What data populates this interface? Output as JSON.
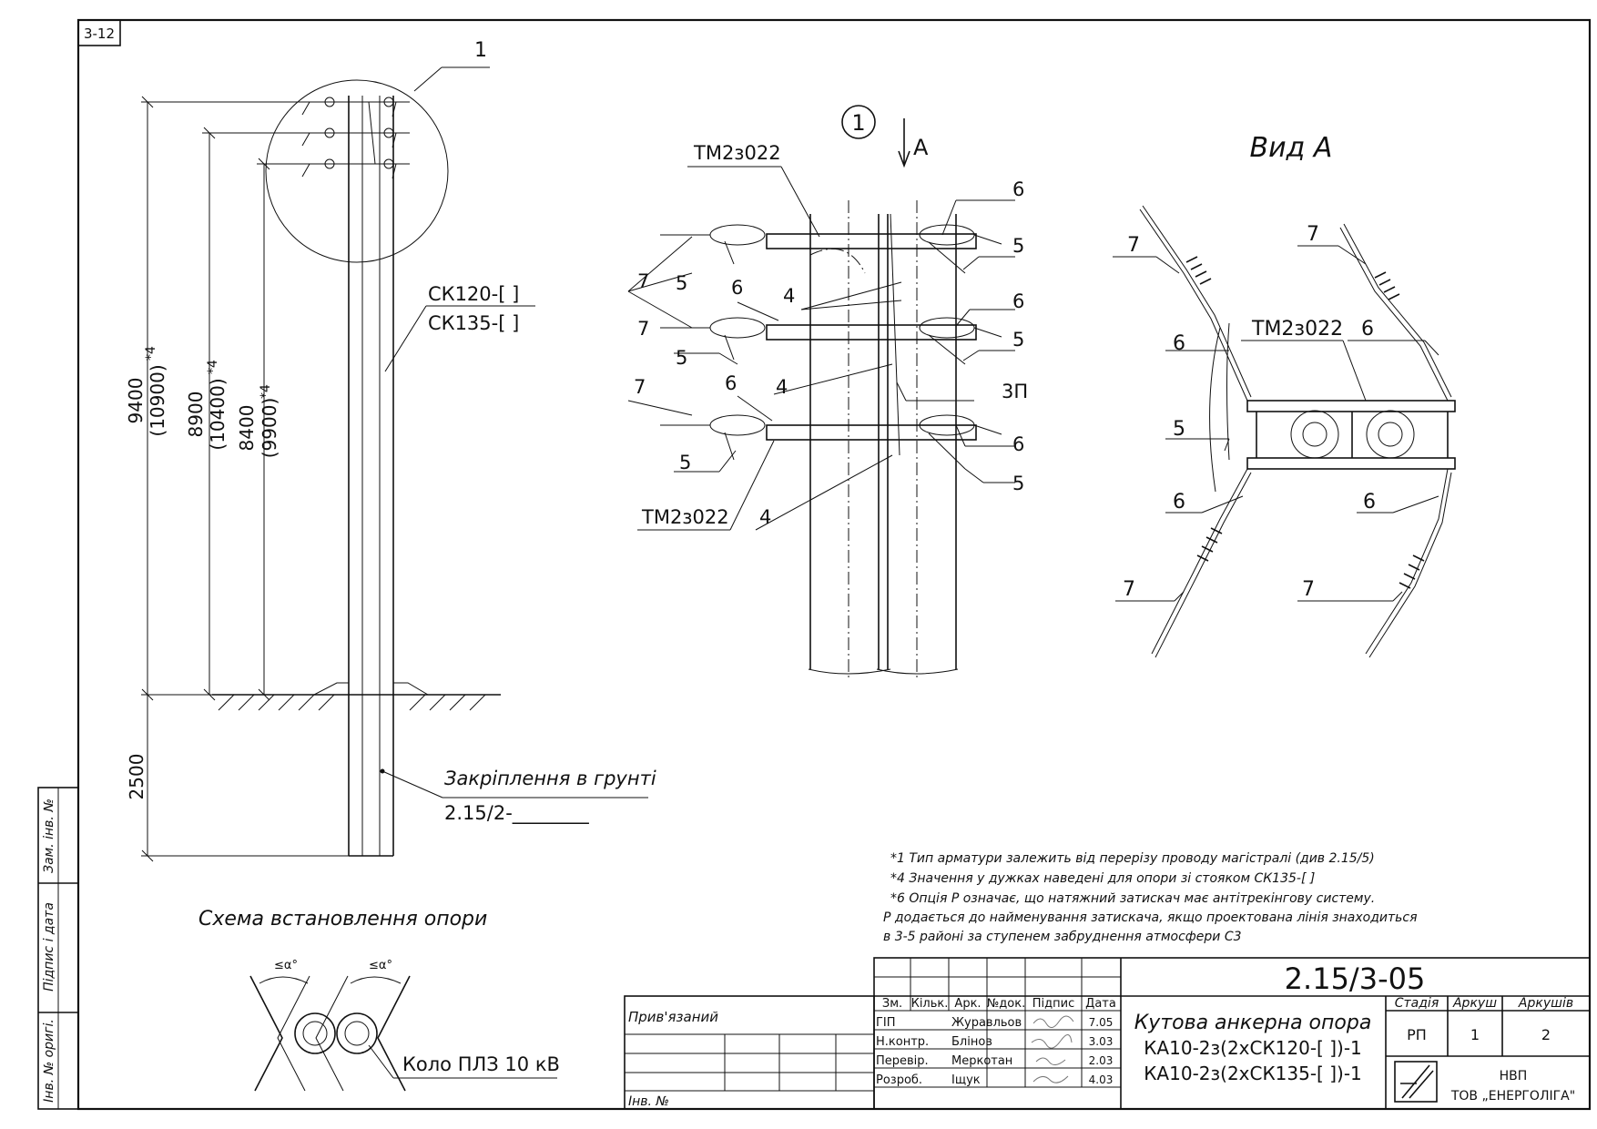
{
  "sheet_id": "3-12",
  "left_view": {
    "callout": "1",
    "pole_label_1": "СК120-[    ]",
    "pole_label_2": "СК135-[    ]",
    "dim_total": "9400",
    "dim_total_alt": "(10900)",
    "dim_total_note": "*4",
    "dim_mid": "8900",
    "dim_mid_alt": "(10400)",
    "dim_mid_note": "*4",
    "dim_low": "8400",
    "dim_low_alt": "(9900)",
    "dim_low_note": "*4",
    "dim_ground": "2500",
    "fix_label": "Закріплення в грунті",
    "fix_ref": "2.15/2-________"
  },
  "detail_view": {
    "callout": "1",
    "view_arrow": "А",
    "labels": [
      "ТМ2з022",
      "6",
      "5",
      "7",
      "5",
      "6",
      "4",
      "6",
      "5",
      "7",
      "5",
      "4",
      "3П",
      "7",
      "6",
      "6",
      "5",
      "5",
      "ТМ2з022",
      "4"
    ]
  },
  "view_a": {
    "title": "Вид А",
    "labels": [
      "7",
      "7",
      "ТМ2з022",
      "6",
      "6",
      "5",
      "6",
      "6",
      "7",
      "7"
    ]
  },
  "scheme": {
    "title": "Схема встановлення опори",
    "angle_1": "≤α°",
    "angle_2": "≤α°",
    "circle_label": "Коло ПЛЗ 10 кВ"
  },
  "notes": [
    "*1 Тип арматури залежить від перерізу проводу магістралі (див 2.15/5)",
    "*4 Значення у дужках наведені для опори зі стояком СК135-[  ]",
    "*6 Опція Р означає, що натяжний затискач має антітрекінгову систему.",
    "Р додається до найменування затискача, якщо проектована лінія знаходиться",
    "в 3-5 районі за ступенем забруднення атмосфери С3"
  ],
  "left_strip": {
    "zam": "Зам. інв. №",
    "pidpys": "Підпис і дата",
    "inv": "Інв. № оригі."
  },
  "title_block": {
    "pryviazanyi": "Прив'язаний",
    "inv_no": "Інв. №",
    "doc_code": "2.15/3-05",
    "headers": [
      "Зм.",
      "Кільк.",
      "Арк.",
      "№док.",
      "Підпис",
      "Дата"
    ],
    "rows": [
      {
        "role": "ГІП",
        "name": "Журавльов",
        "date": "7.05"
      },
      {
        "role": "Н.контр.",
        "name": "Блінов",
        "date": "3.03"
      },
      {
        "role": "Перевір.",
        "name": "Меркотан",
        "date": "2.03"
      },
      {
        "role": "Розроб.",
        "name": "Іщук",
        "date": "4.03"
      }
    ],
    "title_line_1": "Кутова анкерна опора",
    "title_line_2": "КА10-2з(2хСК120-[  ])-1",
    "title_line_3": "КА10-2з(2хСК135-[  ])-1",
    "stage_header": "Стадія",
    "sheet_header": "Аркуш",
    "sheets_header": "Аркушів",
    "stage": "РП",
    "sheet": "1",
    "sheets": "2",
    "company_1": "НВП",
    "company_2": "ТОВ „ЕНЕРГОЛІГА\""
  }
}
